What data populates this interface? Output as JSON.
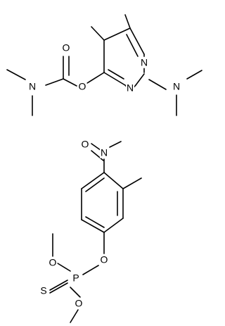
{
  "molecules": [
    {
      "atoms": {
        "o_carb": "O",
        "n_carb": "N",
        "o_ester": "O",
        "n_ring1": "N",
        "n_ring3": "N",
        "n_amine": "N"
      }
    },
    {
      "atoms": {
        "n_nitro": "N",
        "o_nitro": "O",
        "o_aryl": "O",
        "p": "P",
        "s": "S",
        "o_me1": "O",
        "o_me2": "O"
      }
    }
  ]
}
